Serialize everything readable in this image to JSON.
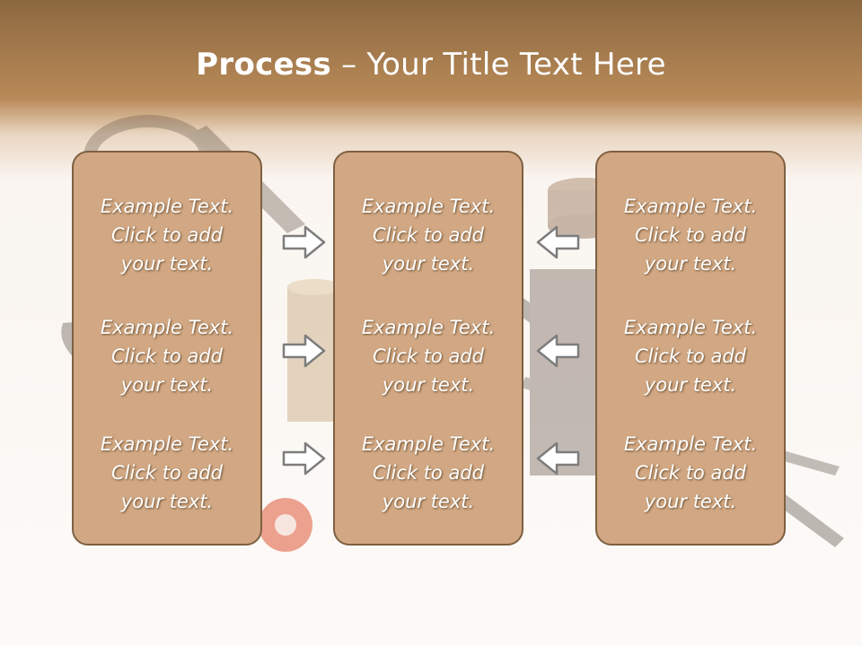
{
  "title": {
    "bold": "Process",
    "rest": " – Your Title Text Here"
  },
  "panels": [
    {
      "items": [
        {
          "line1": "Example Text.",
          "line2": "Click  to add",
          "line3": "your text."
        },
        {
          "line1": "Example Text.",
          "line2": "Click  to add",
          "line3": "your text."
        },
        {
          "line1": "Example Text.",
          "line2": "Click  to add",
          "line3": "your text."
        }
      ]
    },
    {
      "items": [
        {
          "line1": "Example Text.",
          "line2": "Click  to add",
          "line3": "your text."
        },
        {
          "line1": "Example Text.",
          "line2": "Click  to add",
          "line3": "your text."
        },
        {
          "line1": "Example Text.",
          "line2": "Click  to add",
          "line3": "your text."
        }
      ]
    },
    {
      "items": [
        {
          "line1": "Example Text.",
          "line2": "Click  to add",
          "line3": "your text."
        },
        {
          "line1": "Example Text.",
          "line2": "Click  to add",
          "line3": "your text."
        },
        {
          "line1": "Example Text.",
          "line2": "Click  to add",
          "line3": "your text."
        }
      ]
    }
  ],
  "arrows": {
    "left_column": "right-arrow-icon",
    "right_column": "left-arrow-icon"
  },
  "colors": {
    "header": "#a37a4e",
    "panel_fill": "#d1a883",
    "panel_border": "#7e6042",
    "text": "#ffffff"
  }
}
